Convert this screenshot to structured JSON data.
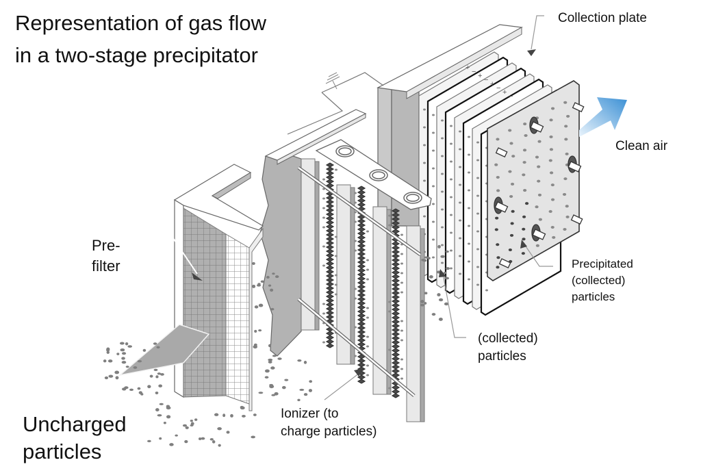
{
  "title": {
    "line1": "Representation of gas flow",
    "line2": "in a two-stage precipitator"
  },
  "labels": {
    "collection_plate": "Collection plate",
    "clean_air": "Clean air",
    "precipitated": {
      "line1": "Precipitated",
      "line2": "(collected)",
      "line3": "particles"
    },
    "collected": {
      "line1": "(collected)",
      "line2": "particles"
    },
    "ionizer": {
      "line1": "Ionizer (to",
      "line2": "charge particles)"
    },
    "prefilter": {
      "line1": "Pre-",
      "line2": "filter"
    },
    "uncharged": {
      "line1": "Uncharged",
      "line2": "particles"
    }
  },
  "components": [
    "pre-filter",
    "ionizer",
    "collection plates"
  ],
  "plate_polarity_marks": [
    "+",
    "−",
    "+",
    "−",
    "+",
    "−",
    "+",
    "−"
  ],
  "colors": {
    "clean_air_arrow_start": "#e6f2fb",
    "clean_air_arrow_end": "#3a8fd4",
    "panel_gray": "#bdbdbd",
    "light_gray": "#e6e6e6",
    "outline": "#555555",
    "particle": "#7a7a7a"
  }
}
